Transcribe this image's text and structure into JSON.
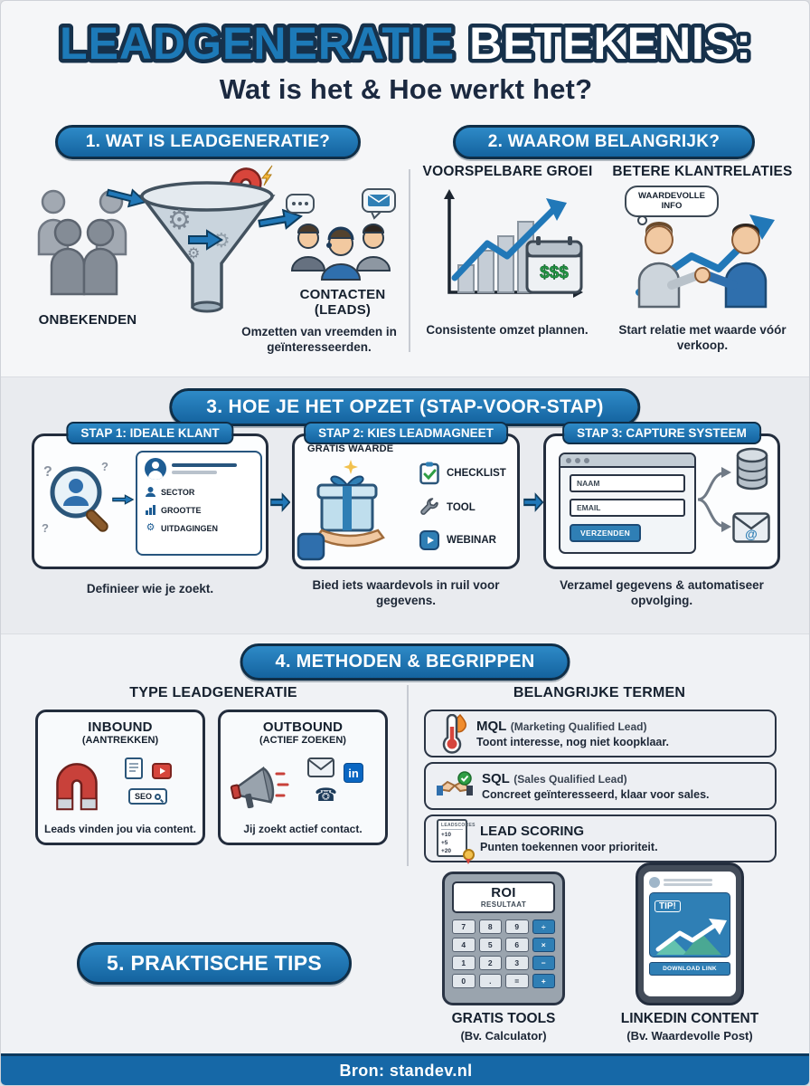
{
  "colors": {
    "accent_blue": "#1a74b5",
    "dark_navy": "#15202e",
    "band_gray": "#e9ebef",
    "footer_blue": "#1668a7",
    "magnet_red": "#c8413a",
    "success_green": "#2f9e44"
  },
  "icons": {
    "gear": "⚙",
    "at_sign": "@",
    "question_mark": "?",
    "phone": "☎"
  },
  "title": {
    "main_blue": "LEADGENERATIE",
    "main_white": "BETEKENIS:",
    "subtitle": "Wat is het & Hoe werkt het?"
  },
  "section1": {
    "header": "1. WAT IS LEADGENERATIE?",
    "unknowns_label": "ONBEKENDEN",
    "leads_label_1": "CONTACTEN",
    "leads_label_2": "(LEADS)",
    "caption": "Omzetten van vreemden in geïnteresseerden."
  },
  "section2": {
    "header": "2. WAAROM BELANGRIJK?",
    "growth_title": "VOORSPELBARE GROEI",
    "calendar_amount": "$$$",
    "growth_caption": "Consistente omzet plannen.",
    "relations_title": "BETERE KLANTRELATIES",
    "bubble_line1": "WAARDEVOLLE",
    "bubble_line2": "INFO",
    "relations_caption": "Start relatie met waarde vóór verkoop."
  },
  "section3": {
    "header": "3. HOE JE HET OPZET (STAP-VOOR-STAP)",
    "step1": {
      "title": "STAP 1: IDEALE KLANT",
      "row1": "SECTOR",
      "row2": "GROOTTE",
      "row3": "UITDAGINGEN",
      "caption": "Definieer wie je zoekt."
    },
    "step2": {
      "title": "STAP 2: KIES LEADMAGNEET",
      "label": "GRATIS WAARDE",
      "item1": "CHECKLIST",
      "item2": "TOOL",
      "item3": "WEBINAR",
      "caption": "Bied iets waardevols in ruil voor gegevens."
    },
    "step3": {
      "title": "STAP 3: CAPTURE SYSTEEM",
      "field1": "NAAM",
      "field2": "EMAIL",
      "button": "VERZENDEN",
      "caption": "Verzamel gegevens & automatiseer opvolging."
    }
  },
  "section4": {
    "header": "4. METHODEN & BEGRIPPEN",
    "types_title": "TYPE LEADGENERATIE",
    "terms_title": "BELANGRIJKE TERMEN",
    "inbound": {
      "title": "INBOUND",
      "subtitle": "(AANTREKKEN)",
      "seo": "SEO",
      "caption": "Leads vinden jou via content."
    },
    "outbound": {
      "title": "OUTBOUND",
      "subtitle": "(ACTIEF ZOEKEN)",
      "linkedin": "in",
      "caption": "Jij zoekt actief contact."
    },
    "mql": {
      "abbr": "MQL",
      "full": "(Marketing Qualified Lead)",
      "desc": "Toont interesse, nog niet koopklaar."
    },
    "sql": {
      "abbr": "SQL",
      "full": "(Sales Qualified Lead)",
      "desc": "Concreet geïnteresseerd, klaar voor sales."
    },
    "scoring": {
      "abbr": "LEAD SCORING",
      "full": "",
      "desc": "Punten toekennen voor prioriteit.",
      "card_header": "LEADSCORES",
      "p1": "+10",
      "p2": "+5",
      "p3": "+20"
    }
  },
  "section5": {
    "header": "5. PRAKTISCHE TIPS",
    "tip1": {
      "title": "GRATIS TOOLS",
      "subtitle": "(Bv. Calculator)",
      "screen_line1": "ROI",
      "screen_line2": "RESULTAAT",
      "buttons": [
        "7",
        "8",
        "9",
        "÷",
        "4",
        "5",
        "6",
        "×",
        "1",
        "2",
        "3",
        "−",
        "0",
        ".",
        "=",
        "+"
      ]
    },
    "tip2": {
      "title": "LINKEDIN CONTENT",
      "subtitle": "(Bv. Waardevolle Post)",
      "post_label": "TIP!",
      "button": "DOWNLOAD LINK"
    }
  },
  "footer": {
    "text": "Bron: standev.nl"
  }
}
